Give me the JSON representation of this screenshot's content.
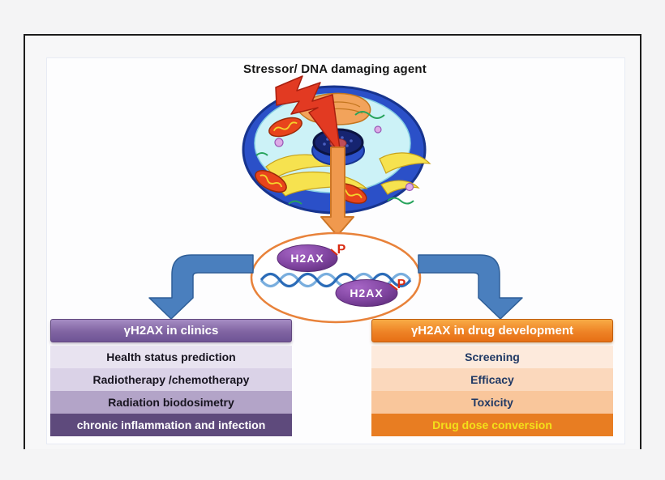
{
  "title": "Stressor/ DNA damaging agent",
  "hub": {
    "histone1_label": "H2AX",
    "histone2_label": "H2AX",
    "phospho_label": "P"
  },
  "left_panel": {
    "header": "γH2AX in clinics",
    "rows": [
      "Health status prediction",
      "Radiotherapy /chemotherapy",
      "Radiation biodosimetry",
      "chronic inflammation and infection"
    ]
  },
  "right_panel": {
    "header": "γH2AX in drug development",
    "rows": [
      "Screening",
      "Efficacy",
      "Toxicity",
      "Drug dose conversion"
    ]
  },
  "colors": {
    "title-text": "#161616",
    "header-text": "#ffffff",
    "purple-header-top": "#a58cc3",
    "purple-header-bottom": "#6f5495",
    "purple-header-border": "#62487f",
    "left-row-0": "#e8e3f0",
    "left-row-1": "#dad2e7",
    "left-row-2": "#b3a4c8",
    "left-row-3": "#5e4a7c",
    "left-row-text": "#17141f",
    "left-row-3-text": "#ffffff",
    "orange-header-top": "#f8ab45",
    "orange-header-bottom": "#e66f15",
    "orange-header-border": "#c05e0e",
    "right-row-0": "#fdeadc",
    "right-row-1": "#fbd8bc",
    "right-row-2": "#f9c69b",
    "right-row-3": "#e87d22",
    "right-row-text": "#1f3864",
    "right-row-3-text": "#f3e01a",
    "arrow-blue": "#4a7fbe",
    "arrow-blue-border": "#2f5f98",
    "bolt-red": "#e23a22",
    "signal-arrow-orange": "#f0994e",
    "hub-border-orange": "#e8823a",
    "dna-blue": "#2b6cb8",
    "dna-blue-light": "#79aede",
    "histone-purple": "#7c4099",
    "phospho-red": "#d92b12",
    "cell-blue": "#2b50c8"
  }
}
